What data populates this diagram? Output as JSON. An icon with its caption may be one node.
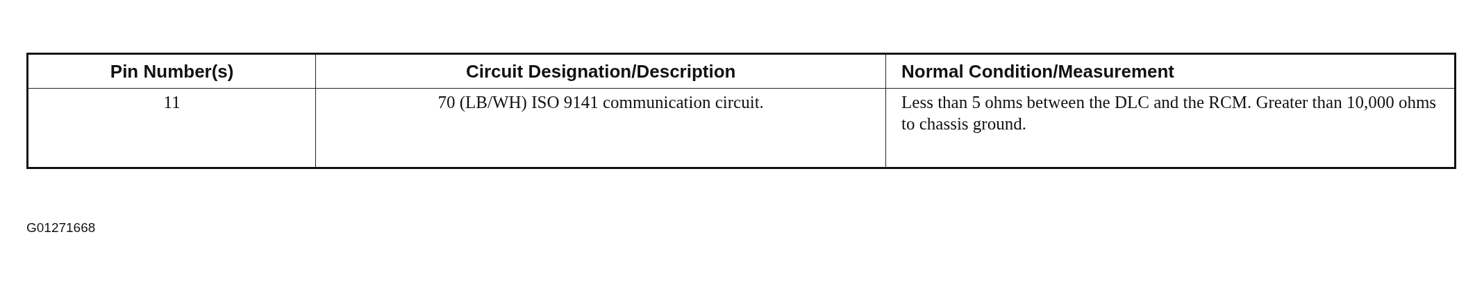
{
  "diagram": {
    "labels": [
      "Pin Number(s)",
      "Circuit Designation/Description",
      "Normal Condition/Measurement",
      "11",
      "70 (LB/WH) ISO 9141 communication circuit.",
      "Less than 5 ohms between the DLC and the RCM. Greater than 10,000 ohms to chassis ground.",
      "G01271668"
    ]
  }
}
